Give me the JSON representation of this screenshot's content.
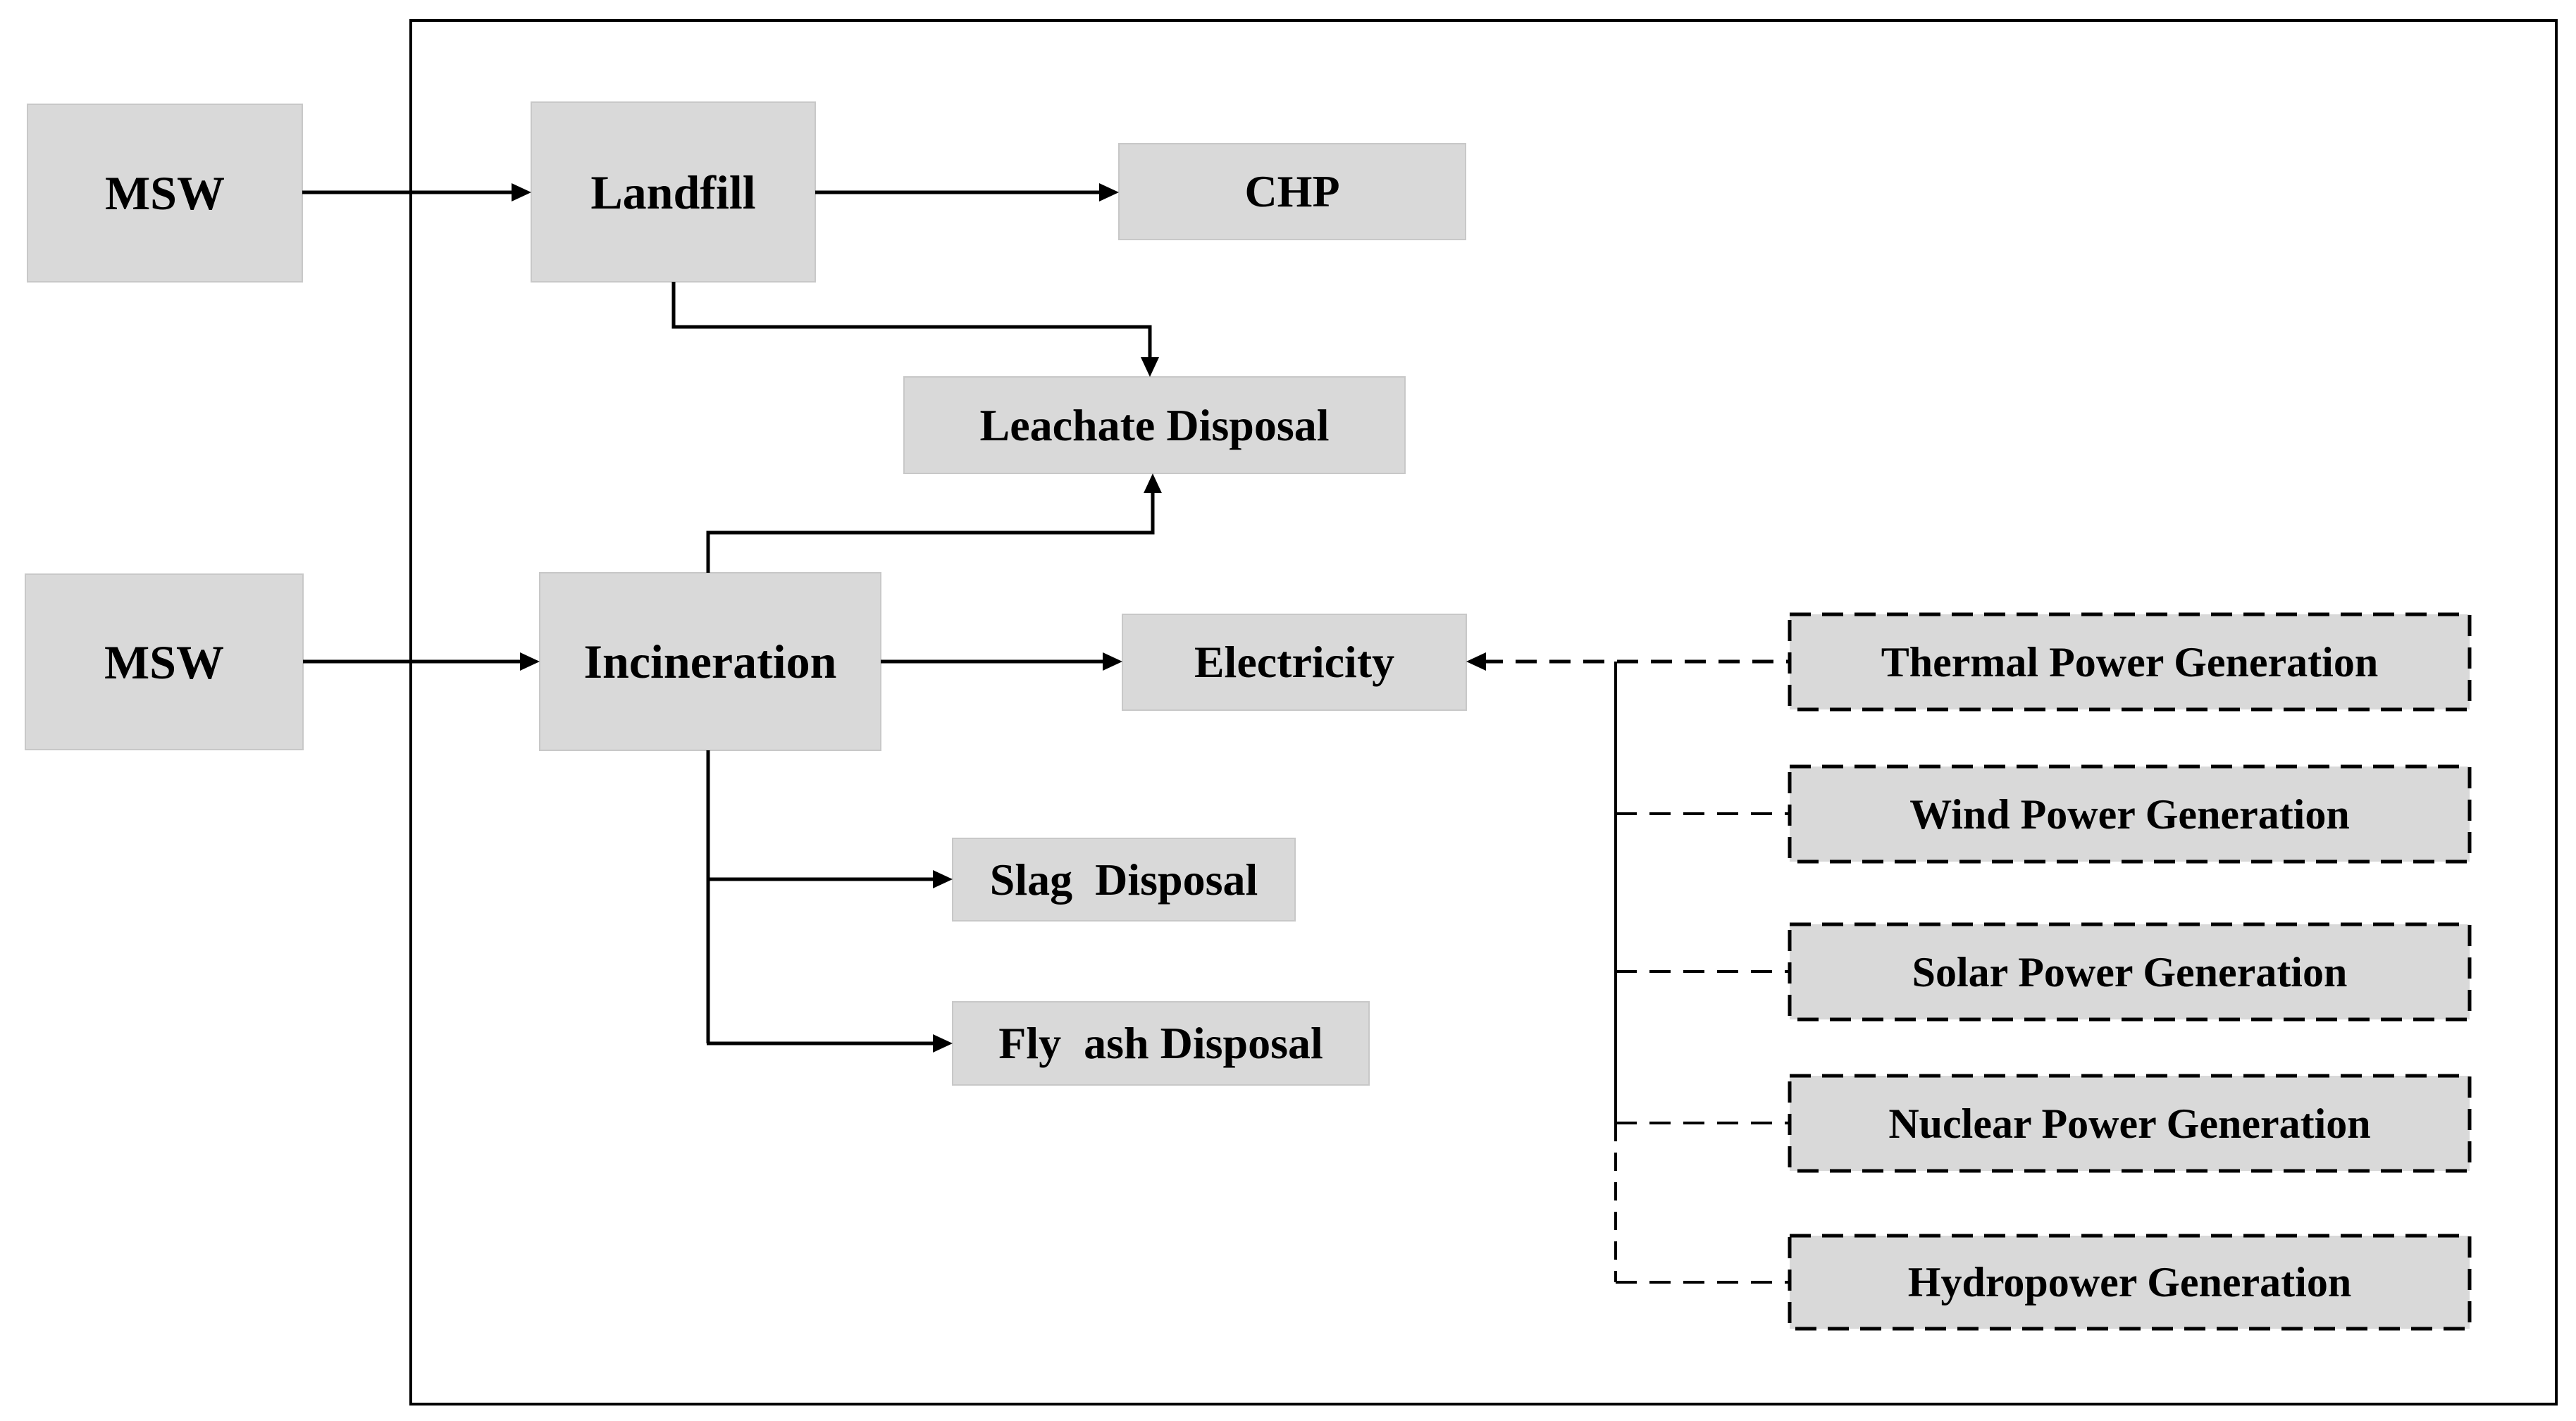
{
  "diagram": {
    "title": "MSW treatment and power generation flow diagram",
    "colors": {
      "background": "#ffffff",
      "box_fill": "#d9d9d9",
      "box_edge": "#c8c8c8",
      "line": "#000000"
    },
    "nodes": {
      "msw_top": {
        "label": "MSW",
        "style": "solid"
      },
      "landfill": {
        "label": "Landfill",
        "style": "solid"
      },
      "chp": {
        "label": "CHP",
        "style": "solid"
      },
      "leachate": {
        "label": "Leachate Disposal",
        "style": "solid"
      },
      "msw_bottom": {
        "label": "MSW",
        "style": "solid"
      },
      "incineration": {
        "label": "Incineration",
        "style": "solid"
      },
      "electricity": {
        "label": "Electricity",
        "style": "solid"
      },
      "slag": {
        "label": "Slag  Disposal",
        "style": "solid"
      },
      "fly_ash": {
        "label": "Fly  ash Disposal",
        "style": "solid"
      },
      "thermal": {
        "label": "Thermal Power Generation",
        "style": "dashed"
      },
      "wind": {
        "label": "Wind Power Generation",
        "style": "dashed"
      },
      "solar": {
        "label": "Solar Power Generation",
        "style": "dashed"
      },
      "nuclear": {
        "label": "Nuclear Power Generation",
        "style": "dashed"
      },
      "hydro": {
        "label": "Hydropower Generation",
        "style": "dashed"
      }
    },
    "edges": [
      {
        "from": "msw_top",
        "to": "landfill",
        "line": "solid",
        "arrow": true
      },
      {
        "from": "landfill",
        "to": "chp",
        "line": "solid",
        "arrow": true
      },
      {
        "from": "landfill",
        "to": "leachate",
        "line": "solid",
        "arrow": true
      },
      {
        "from": "incineration",
        "to": "leachate",
        "line": "solid",
        "arrow": true
      },
      {
        "from": "msw_bottom",
        "to": "incineration",
        "line": "solid",
        "arrow": true
      },
      {
        "from": "incineration",
        "to": "electricity",
        "line": "solid",
        "arrow": true
      },
      {
        "from": "incineration",
        "to": "slag",
        "line": "solid",
        "arrow": true
      },
      {
        "from": "incineration",
        "to": "fly_ash",
        "line": "solid",
        "arrow": true
      },
      {
        "from": "thermal",
        "to": "electricity",
        "line": "dashed",
        "arrow": true
      },
      {
        "from": "wind",
        "to": "electricity",
        "line": "dashed",
        "arrow": false
      },
      {
        "from": "solar",
        "to": "electricity",
        "line": "dashed",
        "arrow": false
      },
      {
        "from": "nuclear",
        "to": "electricity",
        "line": "dashed",
        "arrow": false
      },
      {
        "from": "hydro",
        "to": "electricity",
        "line": "dashed",
        "arrow": false
      }
    ]
  }
}
